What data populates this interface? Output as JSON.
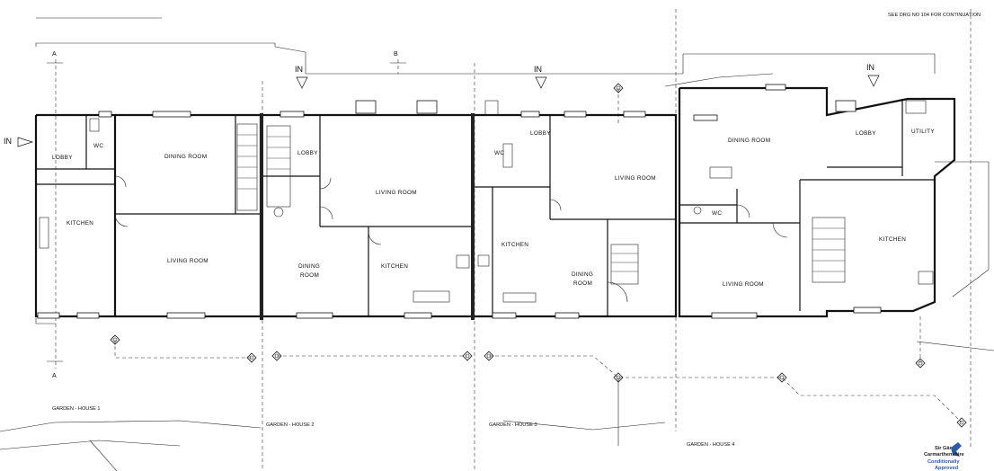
{
  "drawing": {
    "header_note": "SEE DRG NO 104 FOR CONTINUATION",
    "entry_label": "IN",
    "sections": [
      {
        "id": "section-a",
        "label": "A"
      },
      {
        "id": "section-b",
        "label": "B"
      }
    ],
    "rooms": {
      "wc": "WC",
      "lobby": "LOBBY",
      "kitchen": "KITCHEN",
      "dining_room": "DINING ROOM",
      "living_room": "LIVING ROOM",
      "dining_split_1": "DINING",
      "dining_split_2": "ROOM",
      "utility": "UTILITY"
    },
    "gardens": [
      {
        "id": "garden-house-1",
        "label": "GARDEN - HOUSE 1"
      },
      {
        "id": "garden-house-2",
        "label": "GARDEN - HOUSE 2"
      },
      {
        "id": "garden-house-3",
        "label": "GARDEN - HOUSE 3"
      },
      {
        "id": "garden-house-4",
        "label": "GARDEN - HOUSE 4"
      }
    ],
    "stamp": {
      "org_line_1": "Sir Gâr",
      "org_line_2": "Carmarthenshire",
      "status_1": "Conditionally",
      "status_2": "Approved",
      "color": "#2a5aa8"
    }
  }
}
